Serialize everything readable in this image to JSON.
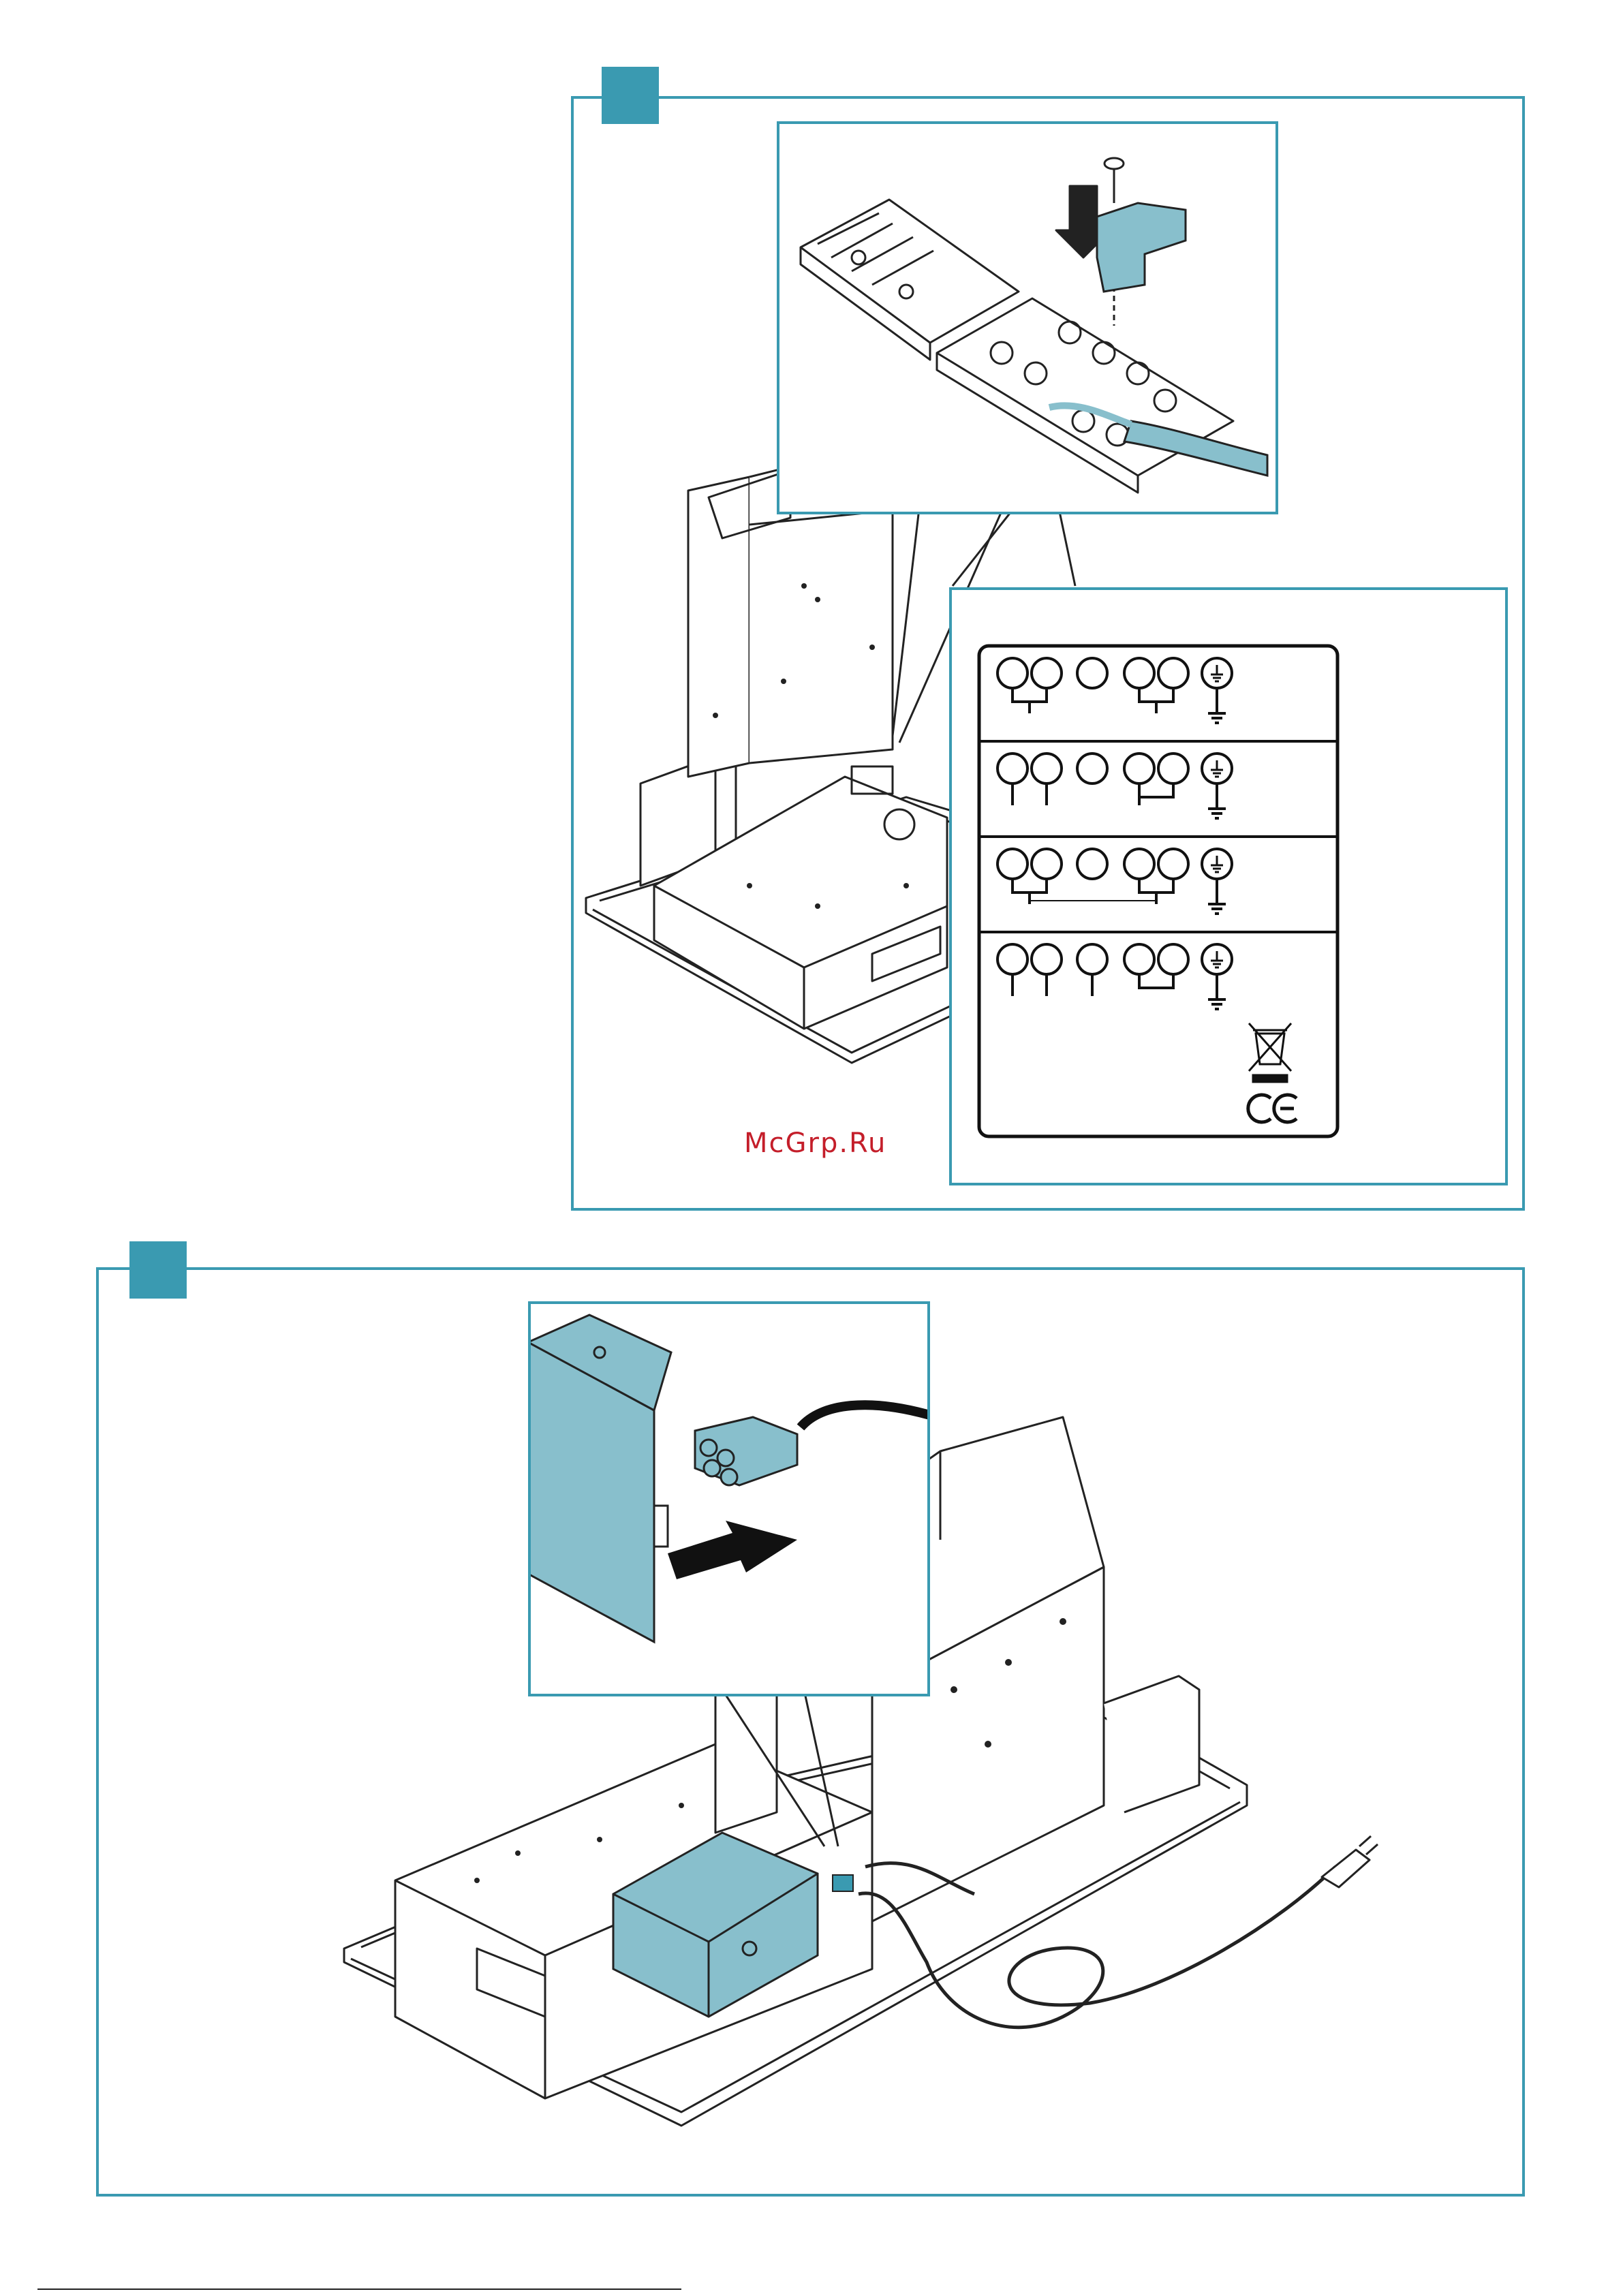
{
  "colors": {
    "accent": "#3a9ab1",
    "part_fill": "#88bfcc",
    "watermark": "#c41e2a",
    "line": "#222222"
  },
  "watermark": {
    "text": "McGrp.Ru"
  },
  "figure_1": {
    "icons": [
      "hood-unit-drawing",
      "terminal-block-detail",
      "wiring-diagram-panel"
    ],
    "wiring_schemes": 4,
    "terminals_per_scheme": 6,
    "symbols": [
      "earth-ground-icon",
      "weee-crossed-bin-icon",
      "ce-mark-icon"
    ]
  },
  "figure_2": {
    "icons": [
      "hood-unit-drawing",
      "connector-detail",
      "power-cord-with-plug"
    ]
  }
}
